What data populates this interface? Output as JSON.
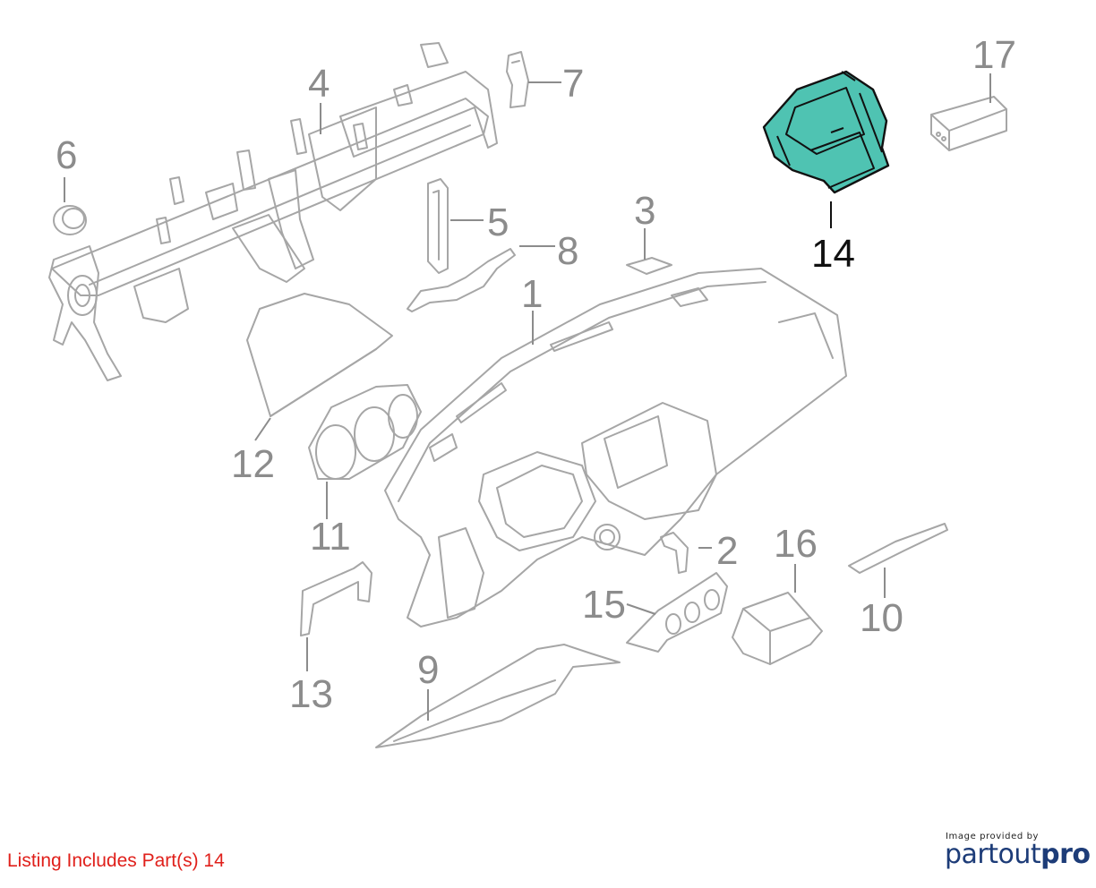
{
  "diagram": {
    "callouts": {
      "c1": "1",
      "c2": "2",
      "c3": "3",
      "c4": "4",
      "c5": "5",
      "c6": "6",
      "c7": "7",
      "c8": "8",
      "c9": "9",
      "c10": "10",
      "c11": "11",
      "c12": "12",
      "c13": "13",
      "c14": "14",
      "c15": "15",
      "c16": "16",
      "c17": "17"
    },
    "highlighted_part": "14",
    "colors": {
      "highlight_fill": "#4fc3b2",
      "line_gray": "#a6a6a6",
      "text_gray": "#8c8c8c",
      "listing_red": "#e0201b"
    }
  },
  "footer": {
    "listing_text": "Listing Includes Part(s) 14",
    "provided_by": "Image provided by",
    "logo_part1": "partout",
    "logo_part2": "pro"
  }
}
